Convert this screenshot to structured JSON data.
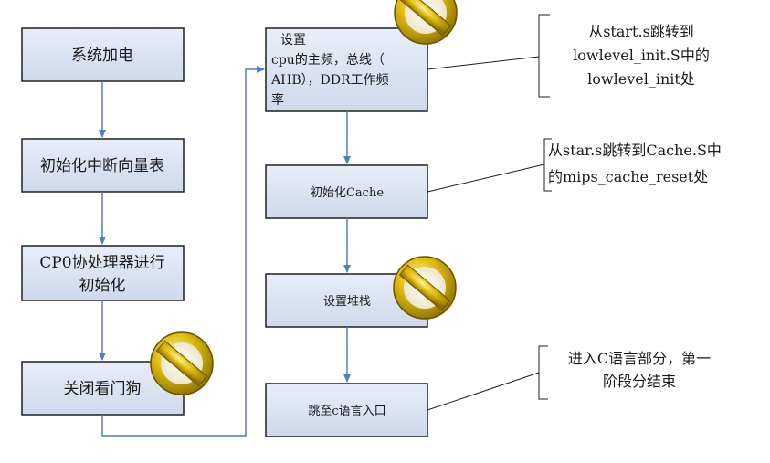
{
  "left_column": {
    "steps": [
      {
        "line1": "系统加电",
        "line2": ""
      },
      {
        "line1": "初始化中断向量表",
        "line2": ""
      },
      {
        "line1": "CP0协处理器进行",
        "line2": "初始化"
      },
      {
        "line1": "关闭看门狗",
        "line2": ""
      }
    ]
  },
  "right_column": {
    "step1": {
      "line1": "设置",
      "line2": "cpu的主频，总线（",
      "line3": "AHB），DDR工作频",
      "line4": "率"
    },
    "step2": "初始化Cache",
    "step3": "设置堆栈",
    "step4": "跳至c语言入口"
  },
  "callouts": {
    "c1": {
      "line1": "从start.s跳转到",
      "line2": "lowlevel_init.S中的",
      "line3": "lowlevel_init处"
    },
    "c2": {
      "line1": "从star.s跳转到Cache.S中",
      "line2": "的mips_cache_reset处"
    },
    "c3": {
      "line1": "进入C语言部分，第一",
      "line2": "阶段分结束"
    }
  },
  "colors": {
    "box_fill": "#dde5f2",
    "box_stroke": "#1f1f1f",
    "connector": "#4f7fc0",
    "no_symbol_gold": "#d8b400",
    "no_symbol_dark": "#7a6200"
  },
  "icons": [
    "no-symbol-icon"
  ]
}
